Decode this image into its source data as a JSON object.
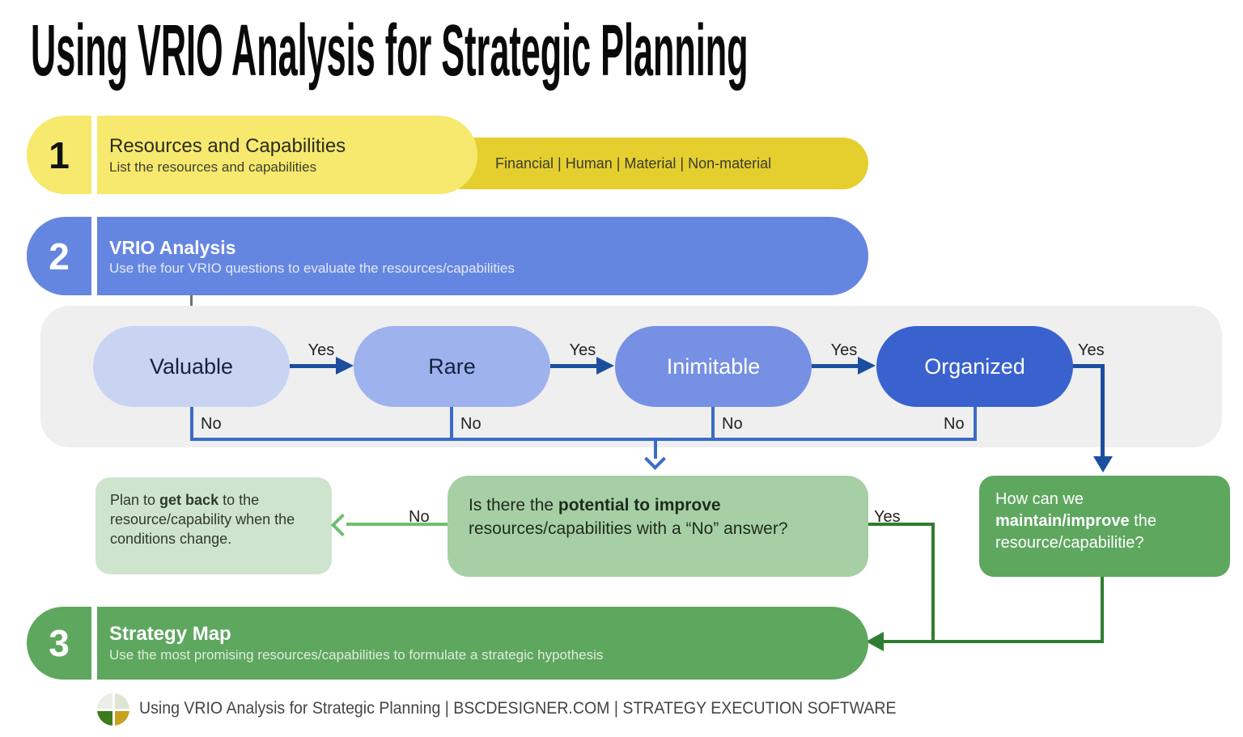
{
  "title": "Using VRIO Analysis for Strategic Planning",
  "steps": [
    {
      "num": "1",
      "title": "Resources and Capabilities",
      "subtitle": "List the resources and capabilities",
      "extra": "Financial | Human | Material | Non-material"
    },
    {
      "num": "2",
      "title": "VRIO Analysis",
      "subtitle": "Use the four VRIO questions to evaluate the resources/capabilities"
    },
    {
      "num": "3",
      "title": "Strategy Map",
      "subtitle": "Use the most promising resources/capabilities to formulate a strategic hypothesis"
    }
  ],
  "vrio": {
    "pills": [
      {
        "label": "Valuable"
      },
      {
        "label": "Rare"
      },
      {
        "label": "Inimitable"
      },
      {
        "label": "Organized"
      }
    ]
  },
  "labels": {
    "yes": "Yes",
    "no": "No"
  },
  "boxes": {
    "plan": {
      "prefix": "Plan to ",
      "bold": "get back",
      "suffix": " to the resource/capability when the conditions change."
    },
    "improve": {
      "prefix": "Is there the ",
      "bold": "potential to improve",
      "suffix": " resources/capabilities with a “No” answer?"
    },
    "maintain": {
      "prefix": "How can we ",
      "bold": "maintain/improve",
      "suffix": " the resource/capabilitie?"
    }
  },
  "footer": {
    "text": "Using VRIO Analysis for Strategic Planning | BSCDESIGNER.COM | STRATEGY EXECUTION SOFTWARE"
  },
  "colors": {
    "yellow-light": "#F6E96D",
    "yellow-dark": "#E4CF2F",
    "blue-step": "#6586E0",
    "blue-pill-1": "#C9D4F3",
    "blue-pill-2": "#9EB2EE",
    "blue-pill-3": "#7690E3",
    "blue-pill-4": "#3A62CE",
    "blue-line": "#3B6CC7",
    "blue-arrow": "#1C4E9E",
    "green-step": "#5EA75F",
    "green-mid": "#A7CFA5",
    "green-pale": "#CFE4CD",
    "green-line": "#2F7D30",
    "green-light-arrow": "#70BE71",
    "gray-panel": "#EFEFF0",
    "gray-arrow": "#707070",
    "footer-text": "#454545",
    "logo-tl": "#EAEEE4",
    "logo-tr": "#DEE5D2",
    "logo-bl": "#3E7A1F",
    "logo-br": "#C8A11F"
  }
}
